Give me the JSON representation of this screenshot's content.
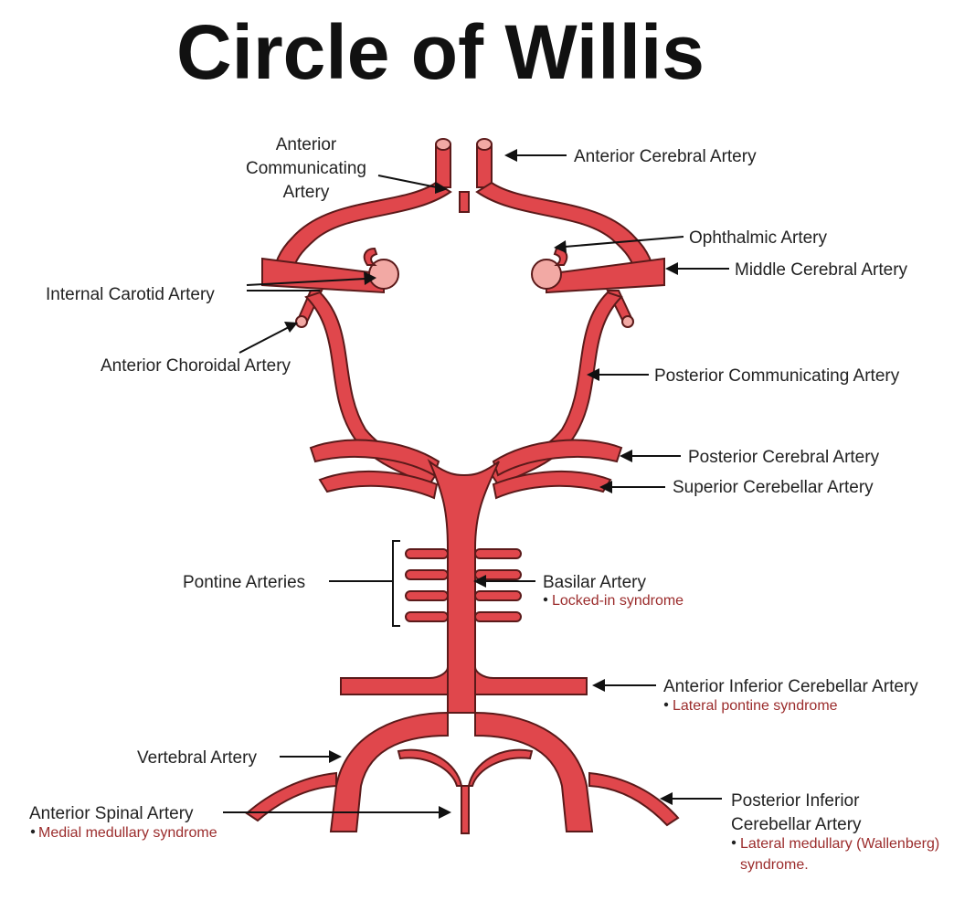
{
  "title": "Circle of Willis",
  "labels": {
    "anterior_communicating": [
      "Anterior",
      "Communicating",
      "Artery"
    ],
    "anterior_cerebral": "Anterior Cerebral Artery",
    "ophthalmic": "Ophthalmic Artery",
    "middle_cerebral": "Middle Cerebral Artery",
    "internal_carotid": "Internal Carotid Artery",
    "anterior_choroidal": "Anterior Choroidal Artery",
    "posterior_communicating": "Posterior Communicating Artery",
    "posterior_cerebral": "Posterior Cerebral Artery",
    "superior_cerebellar": "Superior Cerebellar Artery",
    "pontine": "Pontine Arteries",
    "basilar": "Basilar Artery",
    "basilar_syndrome": "Locked-in syndrome",
    "aica": "Anterior Inferior Cerebellar Artery",
    "aica_syndrome": "Lateral pontine syndrome",
    "vertebral": "Vertebral Artery",
    "anterior_spinal": "Anterior Spinal Artery",
    "anterior_spinal_syndrome": "Medial medullary syndrome",
    "pica": [
      "Posterior Inferior",
      "Cerebellar Artery"
    ],
    "pica_syndrome": [
      "Lateral medullary (Wallenberg)",
      "syndrome."
    ]
  },
  "colors": {
    "artery_fill": "#e0474c",
    "artery_outline": "#5b1a1a",
    "vessel_stump": "#f2a9a4",
    "syndrome_text": "#9b2c2c"
  }
}
